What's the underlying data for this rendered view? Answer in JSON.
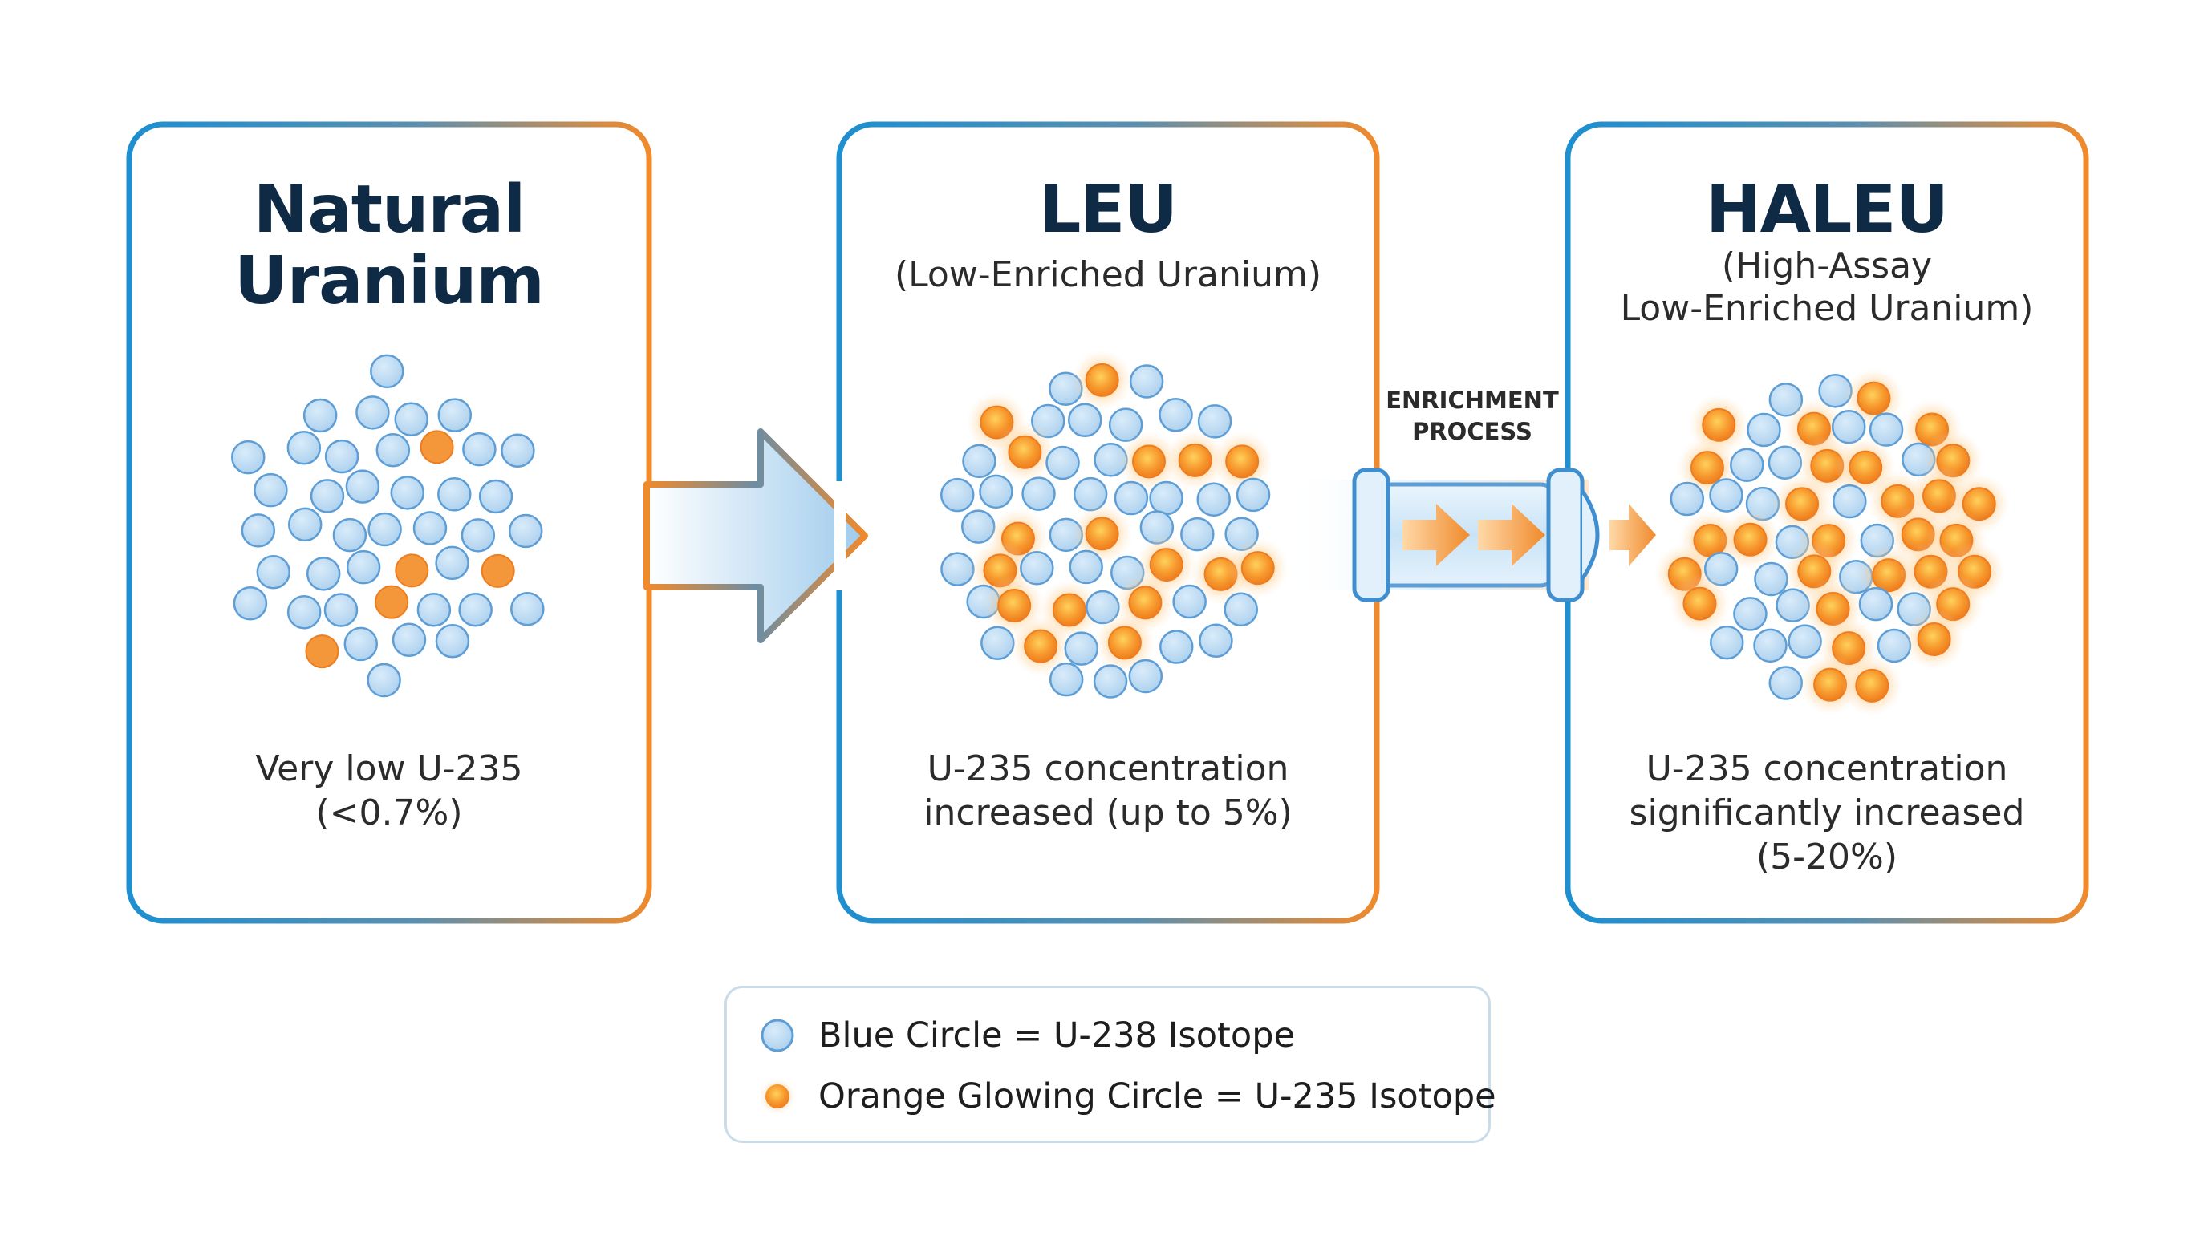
{
  "panels": [
    {
      "title_line1": "Natural",
      "title_line2": "Uranium",
      "subtitle_line1": "",
      "subtitle_line2": "",
      "caption_line1": "Very low U-235",
      "caption_line2": "(<0.7%)",
      "caption_line3": ""
    },
    {
      "title_line1": "LEU",
      "title_line2": "",
      "subtitle_line1": "(Low-Enriched Uranium)",
      "subtitle_line2": "",
      "caption_line1": "U-235 concentration",
      "caption_line2": "increased (up to 5%)",
      "caption_line3": ""
    },
    {
      "title_line1": "HALEU",
      "title_line2": "",
      "subtitle_line1": "(High-Assay",
      "subtitle_line2": "Low-Enriched Uranium)",
      "caption_line1": "U-235 concentration",
      "caption_line2": "significantly increased",
      "caption_line3": "(5-20%)"
    }
  ],
  "process": {
    "line1": "ENRICHMENT",
    "line2": "PROCESS"
  },
  "legend": {
    "u238_label": "Blue Circle = U-238 Isotope",
    "u235_label": "Orange Glowing Circle = U-235 Isotope"
  },
  "colors": {
    "blue_border": "#1e8fd0",
    "orange_border": "#f08a2c",
    "u238_fill": "#b8d8f2",
    "u238_stroke": "#5e9ed6",
    "u235_fill": "#f4973a",
    "u235_glow": "#ffb347",
    "title": "#0f2a44"
  },
  "icons": {
    "transition_arrow": "block-arrow-right-icon",
    "enrichment_tube": "enrichment-cylinder-icon"
  }
}
